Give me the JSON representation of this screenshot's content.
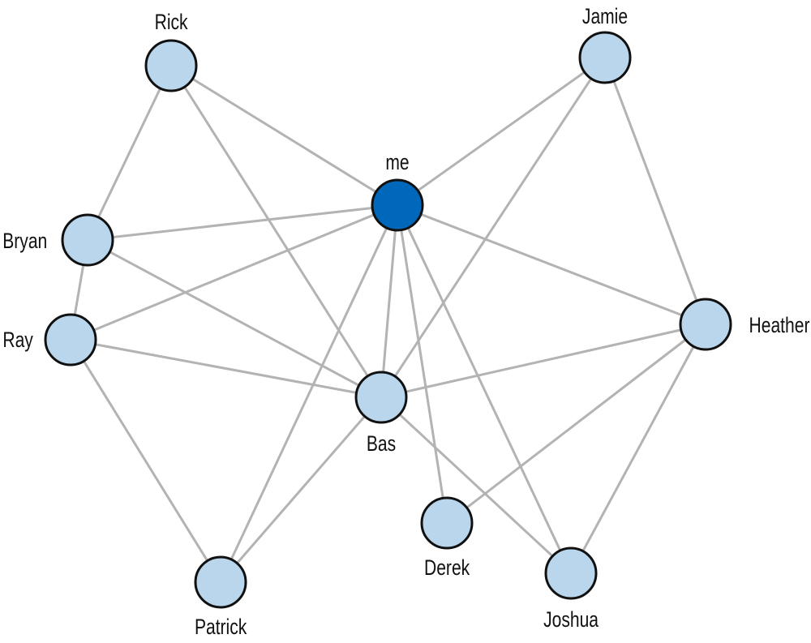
{
  "colors": {
    "edge": "#b3b3b3",
    "node_fill": "#b9d6ec",
    "focus_fill": "#0068bb",
    "outline": "#111111"
  },
  "nodes": [
    {
      "id": "me",
      "label": "me",
      "focus": true
    },
    {
      "id": "rick",
      "label": "Rick"
    },
    {
      "id": "jamie",
      "label": "Jamie"
    },
    {
      "id": "bryan",
      "label": "Bryan"
    },
    {
      "id": "ray",
      "label": "Ray"
    },
    {
      "id": "bas",
      "label": "Bas"
    },
    {
      "id": "heather",
      "label": "Heather"
    },
    {
      "id": "derek",
      "label": "Derek"
    },
    {
      "id": "patrick",
      "label": "Patrick"
    },
    {
      "id": "joshua",
      "label": "Joshua"
    }
  ],
  "edges": [
    [
      "rick",
      "me"
    ],
    [
      "rick",
      "bryan"
    ],
    [
      "rick",
      "bas"
    ],
    [
      "jamie",
      "me"
    ],
    [
      "jamie",
      "bas"
    ],
    [
      "jamie",
      "heather"
    ],
    [
      "me",
      "bryan"
    ],
    [
      "me",
      "ray"
    ],
    [
      "me",
      "heather"
    ],
    [
      "me",
      "bas"
    ],
    [
      "me",
      "patrick"
    ],
    [
      "me",
      "derek"
    ],
    [
      "me",
      "joshua"
    ],
    [
      "bryan",
      "ray"
    ],
    [
      "bryan",
      "bas"
    ],
    [
      "ray",
      "bas"
    ],
    [
      "ray",
      "patrick"
    ],
    [
      "bas",
      "heather"
    ],
    [
      "bas",
      "patrick"
    ],
    [
      "bas",
      "joshua"
    ],
    [
      "heather",
      "derek"
    ],
    [
      "heather",
      "joshua"
    ]
  ]
}
